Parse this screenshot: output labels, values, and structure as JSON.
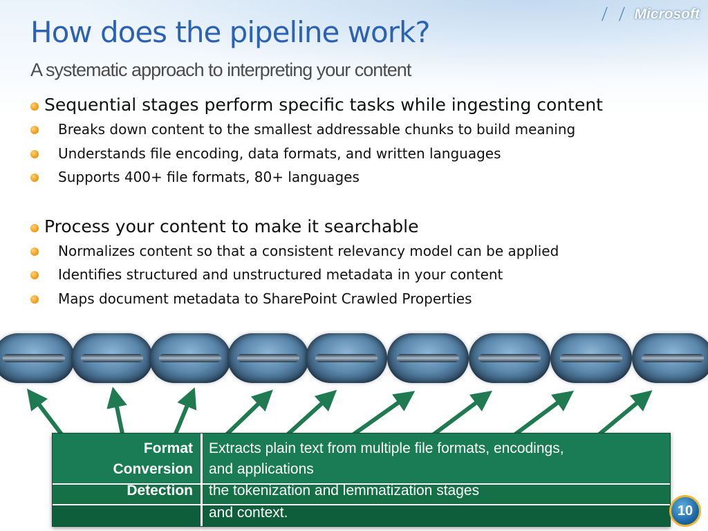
{
  "slide": {
    "title": "How does the pipeline work?",
    "subtitle": "A systematic approach to interpreting your content",
    "logo": "Microsoft",
    "badge": "10"
  },
  "bullets": {
    "section1": {
      "heading": "Sequential stages perform specific tasks while ingesting content",
      "items": [
        "Breaks down content to the smallest addressable chunks to build meaning",
        "Understands file encoding, data formats, and written languages",
        "Supports 400+ file formats, 80+ languages"
      ]
    },
    "section2": {
      "heading": "Process your content to make it searchable",
      "items": [
        "Normalizes content so that a consistent relevancy model can be applied",
        "Identifies structured and unstructured metadata in your content",
        "Maps document metadata to SharePoint Crawled Properties"
      ]
    }
  },
  "stages_table": {
    "rows": [
      {
        "label_line1": "Format",
        "label_line2": "Conversion",
        "desc_line1": "Extracts plain text from multiple file formats, encodings,",
        "desc_line2": "and applications"
      },
      {
        "label": "Detection",
        "desc": "the tokenization and lemmatization stages"
      },
      {
        "label": "",
        "desc": "and context."
      }
    ]
  },
  "colors": {
    "title": "#2c62b4",
    "subtitle": "#4d4d4d",
    "bullet": "#f3a320",
    "table_green": "#17734f",
    "arrow_green": "#1f7a52"
  },
  "icons": {
    "logo": "microsoft-logo",
    "birds": "bird-icon",
    "chain": "chain-link-icon",
    "arrows": "arrow-up-right-icon",
    "badge": "version-badge-icon"
  }
}
